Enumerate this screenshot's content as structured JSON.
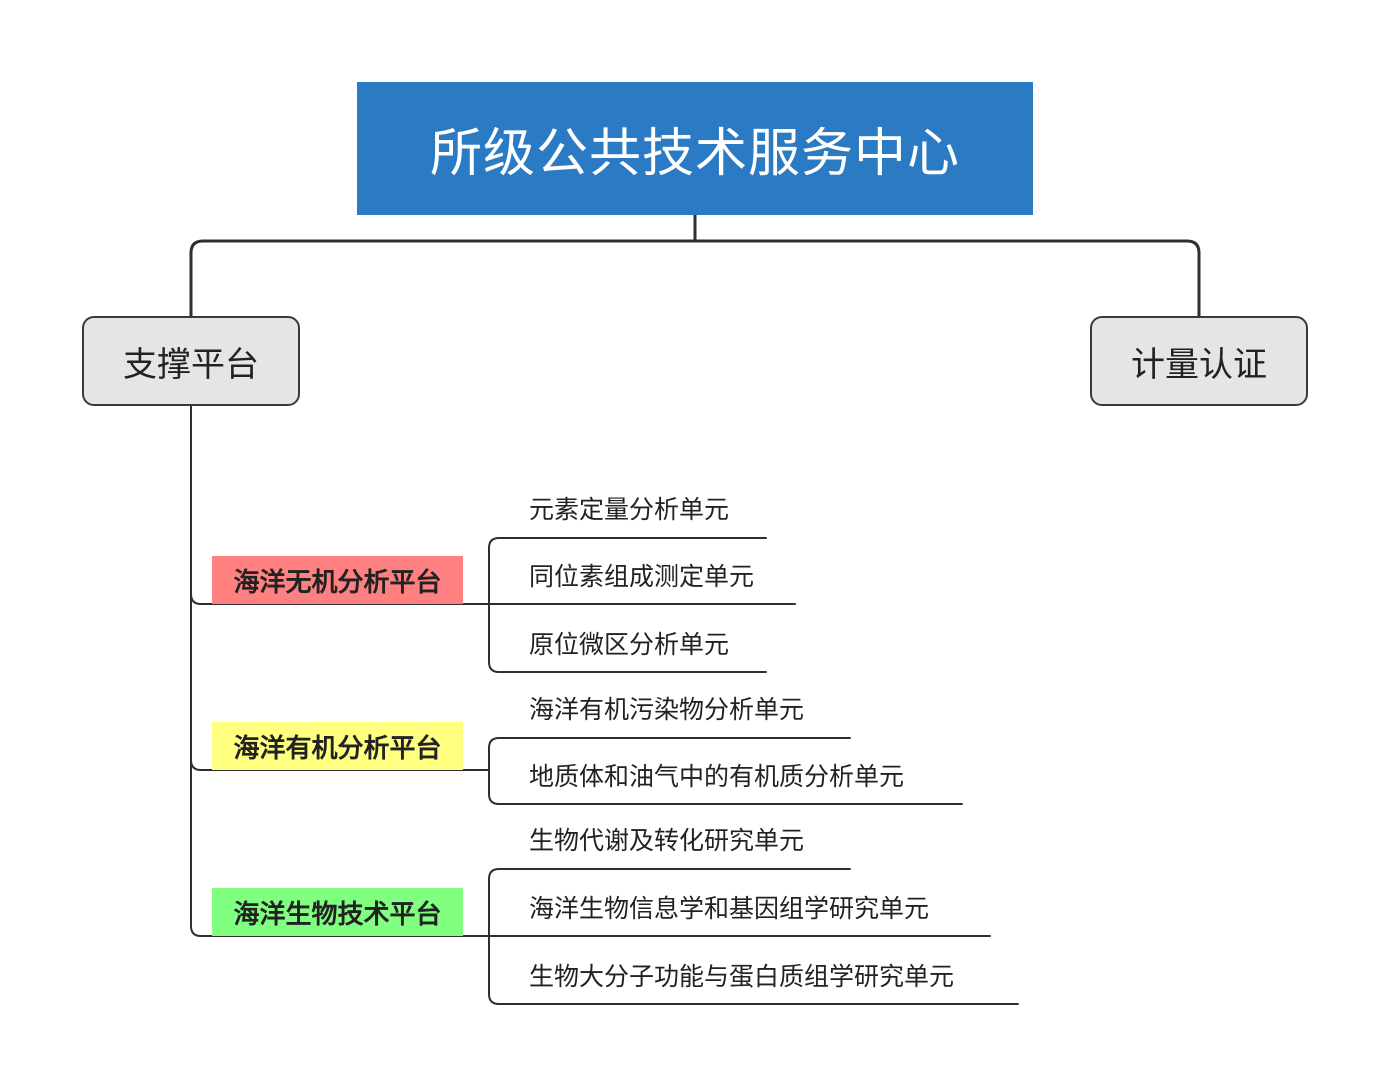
{
  "root": {
    "title": "所级公共技术服务中心"
  },
  "branches": {
    "left": "支撑平台",
    "right": "计量认证"
  },
  "platforms": [
    {
      "label": "海洋无机分析平台",
      "color": "#ff8080",
      "units": [
        "元素定量分析单元",
        "同位素组成测定单元",
        "原位微区分析单元"
      ]
    },
    {
      "label": "海洋有机分析平台",
      "color": "#ffff80",
      "units": [
        "海洋有机污染物分析单元",
        "地质体和油气中的有机质分析单元"
      ]
    },
    {
      "label": "海洋生物技术平台",
      "color": "#80ff80",
      "units": [
        "生物代谢及转化研究单元",
        "海洋生物信息学和基因组学研究单元",
        "生物大分子功能与蛋白质组学研究单元"
      ]
    }
  ]
}
